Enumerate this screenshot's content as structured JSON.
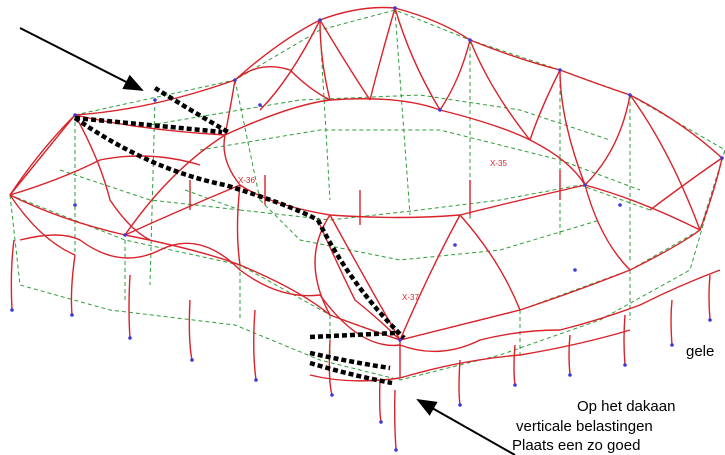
{
  "captions": {
    "line1": "gele",
    "line2": "Op het dakaan",
    "line3": "verticale belastingen",
    "line4": "Plaats een zo goed"
  },
  "labels": {
    "x36": "X-36",
    "x35": "X-35",
    "x37": "X-37"
  },
  "colors": {
    "deformed": "#d9222a",
    "undeformed": "#2e9e3a",
    "highlight": "#000000",
    "nodes": "#3a3ad8"
  }
}
